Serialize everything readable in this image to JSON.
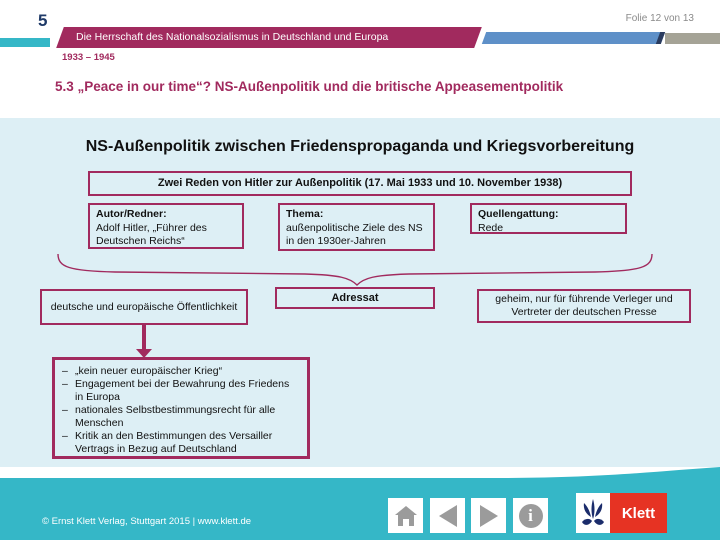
{
  "slide": {
    "chapter_number": "5",
    "chapter_title": "Die Herrschaft des Nationalsozialismus in Deutschland und Europa",
    "slide_counter": "Folie 12 von 13",
    "period": "1933 – 1945",
    "title": "5.3 „Peace in our time“? NS-Außenpolitik und die britische Appeasementpolitik"
  },
  "content": {
    "heading": "NS-Außenpolitik zwischen Friedenspropaganda und Kriegsvorbereitung",
    "source_box": "Zwei Reden von Hitler zur Außenpolitik (17. Mai 1933 und 10. November 1938)",
    "author_box": {
      "label": "Autor/Redner:",
      "text": "Adolf Hitler, „Führer des Deutschen Reichs“"
    },
    "topic_box": {
      "label": "Thema:",
      "text": "außenpolitische Ziele des NS in den 1930er-Jahren"
    },
    "genre_box": {
      "label": "Quellengattung:",
      "text": "Rede"
    },
    "audience_left": "deutsche und europäische Öffentlichkeit",
    "audience_label": "Adressat",
    "audience_right": "geheim, nur für führende Verleger und Vertreter der deutschen Presse",
    "bullets": [
      {
        "marker": "–",
        "text": "„kein neuer europäischer Krieg“"
      },
      {
        "marker": "–",
        "text": "Engagement bei der Bewahrung des Friedens in Europa"
      },
      {
        "marker": "–",
        "text": "nationales Selbstbestimmungsrecht für alle Menschen"
      },
      {
        "marker": "–",
        "text": "Kritik an den Bestimmungen des Versailler Vertrags in Bezug auf Deutschland"
      }
    ]
  },
  "footer": {
    "copyright": "© Ernst Klett Verlag, Stuttgart 2015 | www.klett.de",
    "info_glyph": "i",
    "logo_text": "Klett"
  },
  "colors": {
    "crimson": "#A12A5E",
    "light_blue": "#DDEFF5",
    "teal": "#35B7C7",
    "blue_bar": "#5E90C8",
    "olive_bar": "#A5A396",
    "navy": "#1F3A68",
    "logo_red": "#E63323",
    "logo_blue": "#1B2C6B"
  }
}
